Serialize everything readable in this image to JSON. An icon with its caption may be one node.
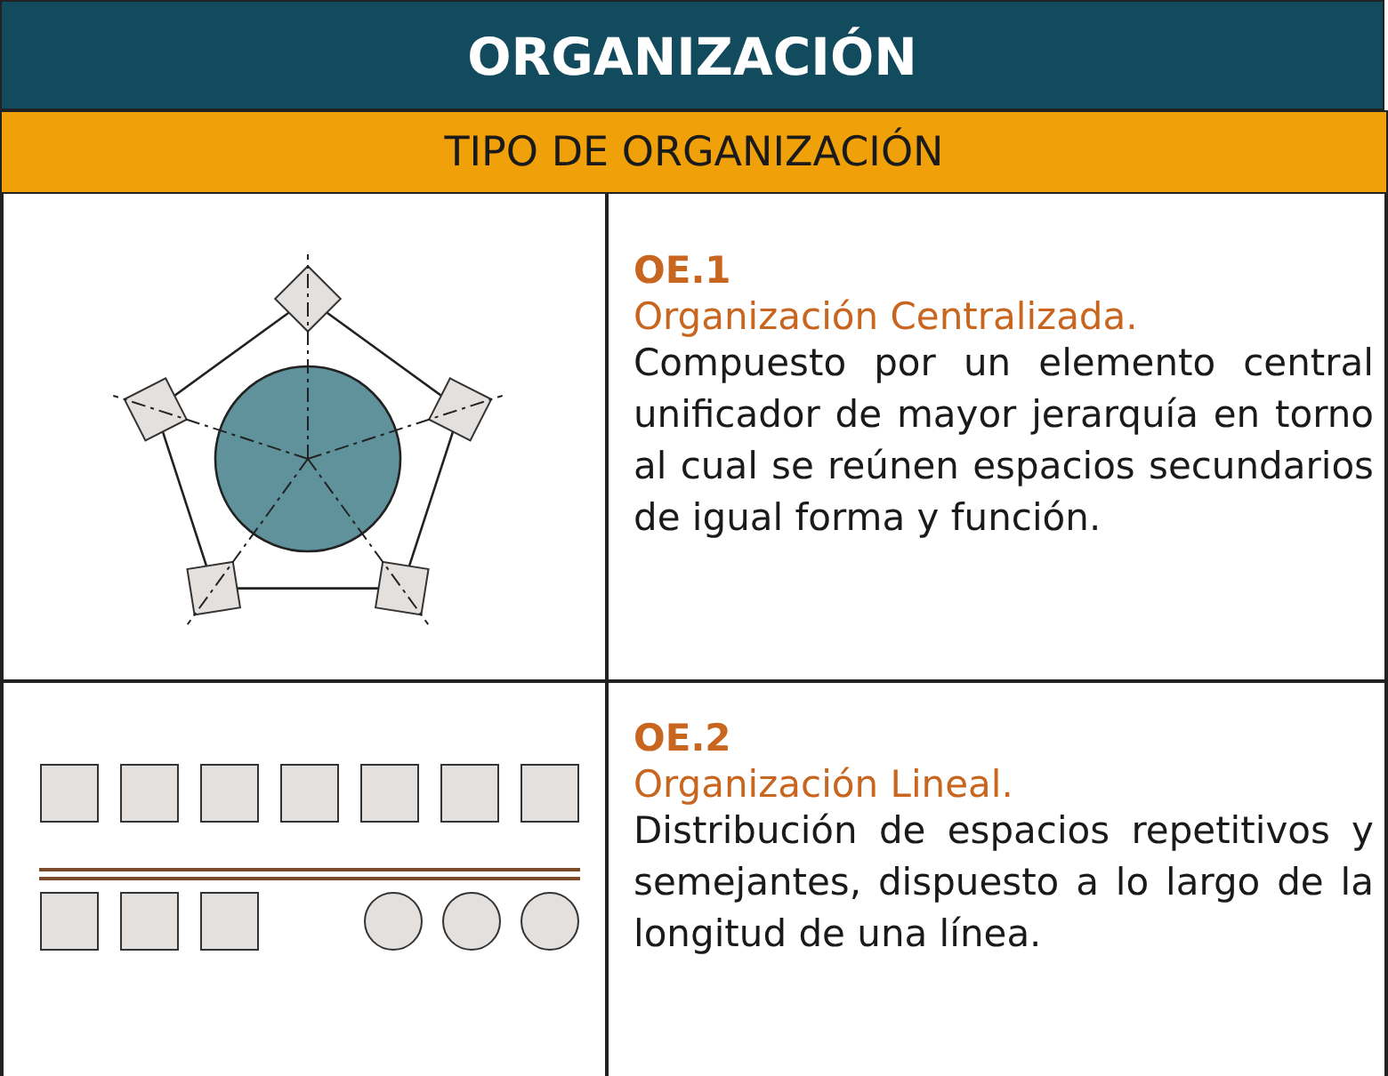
{
  "diagram": {
    "title": "ORGANIZACIÓN",
    "labels": [
      "TIPO DE ORGANIZACIÓN",
      "OE.1",
      "Organización Centralizada.",
      "Compuesto por un elemento central unificador de mayor jerarquía en torno al cual se reúnen espacios secundarios de igual forma y función.",
      "OE.2",
      "Organización Lineal.",
      "Distribución de espacios repetitivos y semejantes, dispuesto a lo largo de la longitud de una línea."
    ]
  }
}
